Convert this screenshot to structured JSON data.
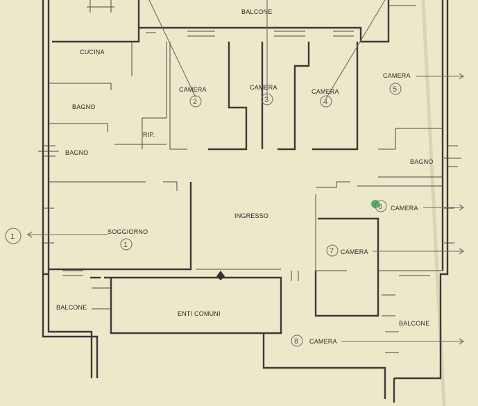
{
  "plan": {
    "rooms": {
      "balcone_top": "BALCONE",
      "cucina": "CUCINA",
      "bagno_1": "BAGNO",
      "bagno_2": "BAGNO",
      "rip": "RIP.",
      "camera_2": "CAMERA",
      "camera_3": "CAMERA",
      "camera_4": "CAMERA",
      "camera_5": "CAMERA",
      "bagno_right": "BAGNO",
      "ingresso": "INGRESSO",
      "soggiorno": "SOGGIORNO",
      "camera_6": "CAMERA",
      "camera_7": "CAMERA",
      "balcone_left": "BALCONE",
      "enti_comuni": "ENTI COMUNI",
      "balcone_right": "BALCONE",
      "camera_8": "CAMERA"
    },
    "numbers": {
      "n1_room": "1",
      "n1_side": "1",
      "n2": "2",
      "n3": "3",
      "n4": "4",
      "n5": "5",
      "n6": "6",
      "n7": "7",
      "n8": "8"
    },
    "colors": {
      "paper": "#ece8c9",
      "wall": "#3a3a3a",
      "marker_green": "#3aa35a"
    }
  }
}
